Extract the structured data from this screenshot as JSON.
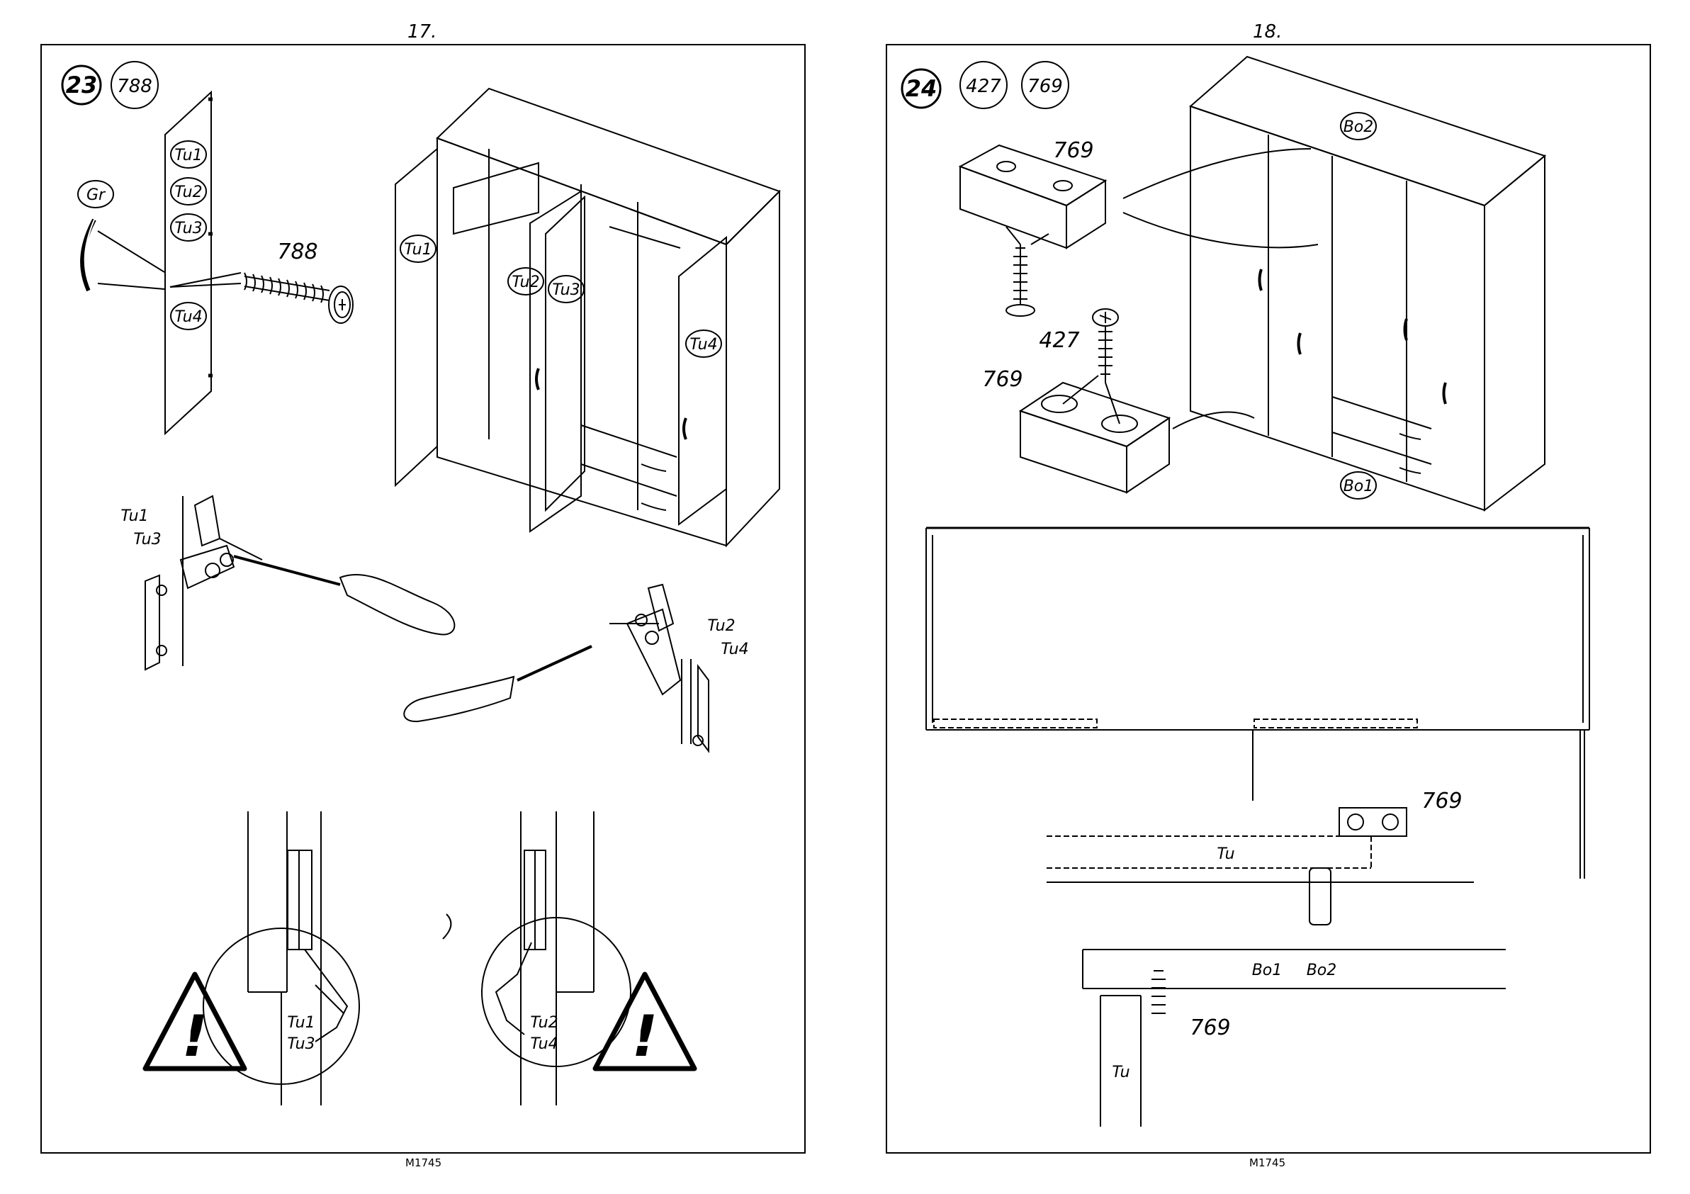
{
  "pages": [
    {
      "page_number": "17.",
      "footer_code": "M1745",
      "step": "23",
      "part_refs": [
        "788"
      ],
      "part_labels": [
        "Gr",
        "788",
        "Tu1",
        "Tu2",
        "Tu3",
        "Tu4"
      ]
    },
    {
      "page_number": "18.",
      "footer_code": "M1745",
      "step": "24",
      "part_refs": [
        "427",
        "769"
      ],
      "part_labels": [
        "769",
        "427",
        "769",
        "Bo2",
        "Bo1",
        "769",
        "Tu",
        "Bo1",
        "Bo2",
        "769",
        "Tu"
      ]
    }
  ],
  "labels": {
    "gr": "Gr",
    "tu1": "Tu1",
    "tu2": "Tu2",
    "tu3": "Tu3",
    "tu4": "Tu4",
    "tu": "Tu",
    "bo1": "Bo1",
    "bo2": "Bo2",
    "n788": "788",
    "n769": "769",
    "n427": "427"
  },
  "warning_mark": "!"
}
